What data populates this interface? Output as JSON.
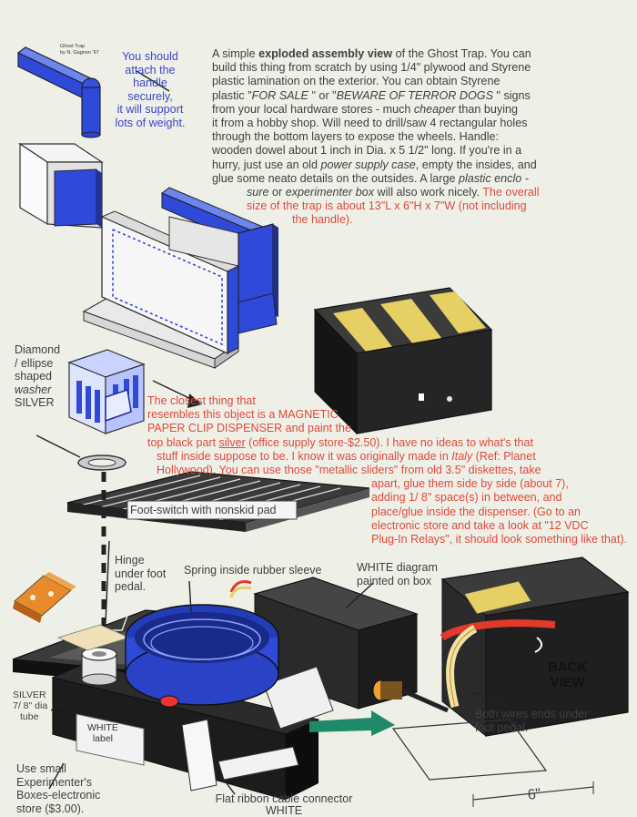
{
  "credit": {
    "line1": "Ghost Trap",
    "line2": "by N. Gagnon '97"
  },
  "handle_note": {
    "lines": [
      "You should",
      "attach the",
      "handle",
      "securely,",
      "it will support",
      "lots of weight."
    ]
  },
  "intro": {
    "l1_a": "A simple ",
    "l1_b": "exploded assembly view",
    "l1_c": " of the Ghost Trap.  You can",
    "l2": "build this thing from scratch by using 1/4\" plywood and Styrene",
    "l3": "plastic lamination on the exterior.  You can obtain Styrene",
    "l4_a": "plastic \"",
    "l4_b": "FOR SALE",
    "l4_c": " \" or \"",
    "l4_d": "BEWARE OF TERROR DOGS",
    "l4_e": " \" signs",
    "l5_a": "from your local hardware stores - much ",
    "l5_b": "cheaper",
    "l5_c": "  than buying",
    "l6": "it from a hobby shop.  Will need to drill/saw 4 rectangular holes",
    "l7": "through the bottom layers to expose the wheels.  Handle:",
    "l8": "wooden dowel about 1 inch in Dia. x  5 1/2\" long.  If you're in a",
    "l9_a": "hurry, just use an old ",
    "l9_b": "power supply case",
    "l9_c": ", empty the insides, and",
    "l10_a": "glue some neato details on the outsides.  A large ",
    "l10_b": "plastic enclo -",
    "l11_a": "sure",
    "l11_b": "  or ",
    "l11_c": "experimenter box",
    "l11_d": "  will also work nicely.  ",
    "l11_e": "The overall",
    "l12_a": "size of the trap is about ",
    "l12_b": "13\"L x 6\"H x 7\"W  (not including",
    "l13": "the handle)."
  },
  "washer_label": {
    "l1": "Diamond",
    "l2": "/ ellipse",
    "l3": "shaped",
    "l4": "washer",
    "l5": "SILVER"
  },
  "relay_note": {
    "r1": "The closest thing that",
    "r2": "resembles this object is a MAGNETIC",
    "r3": "PAPER CLIP DISPENSER and paint the",
    "r4_a": "top black part ",
    "r4_b": "silver",
    "r4_c": " (office supply store-$2.50).  I have no ideas to what's that",
    "r5": "stuff inside suppose to be. I know it was originally made in ",
    "r5_b": "Italy",
    "r5_c": " (Ref: Planet",
    "r6": "Hollywood).  You can use those \"metallic sliders\" from old 3.5\" diskettes, take",
    "r7": "apart, glue them side by side (about 7),",
    "r8": "adding 1/ 8\" space(s) in between, and",
    "r9": "place/glue inside the dispenser. (Go to an",
    "r10": "electronic store and take a look at  \"12 VDC",
    "r11": "Plug-In Relays\", it should look something like that)."
  },
  "labels": {
    "foot_switch": "Foot-switch with nonskid pad",
    "hinge_l1": "Hinge",
    "hinge_l2": "under foot",
    "hinge_l3": "pedal.",
    "spring": "Spring inside rubber sleeve",
    "white_diag_l1": "WHITE diagram",
    "white_diag_l2": "painted on box",
    "back_view_l1": "BACK",
    "back_view_l2": "VIEW",
    "wires_l1": "Both wires ends under",
    "wires_l2": "foot pedal.",
    "silver_tube_l1": "SILVER",
    "silver_tube_l2": "7/ 8\" dia",
    "silver_tube_l3": "tube",
    "white_label_l1": "WHITE",
    "white_label_l2": "label",
    "boxes_l1": "Use small",
    "boxes_l2": "Experimenter's",
    "boxes_l3": "Boxes-electronic",
    "boxes_l4": "store ($3.00).",
    "ribbon_l1": "Flat  ribbon cable connector",
    "ribbon_l2": "WHITE",
    "dimension": "6\""
  },
  "colors": {
    "background": "#eef0e8",
    "blue": "#2f49d8",
    "black": "#1c1c1c",
    "red_text": "#e0483a",
    "blue_text": "#3a46c8",
    "yellow": "#e6cf63",
    "red_wire": "#e23a2a"
  }
}
